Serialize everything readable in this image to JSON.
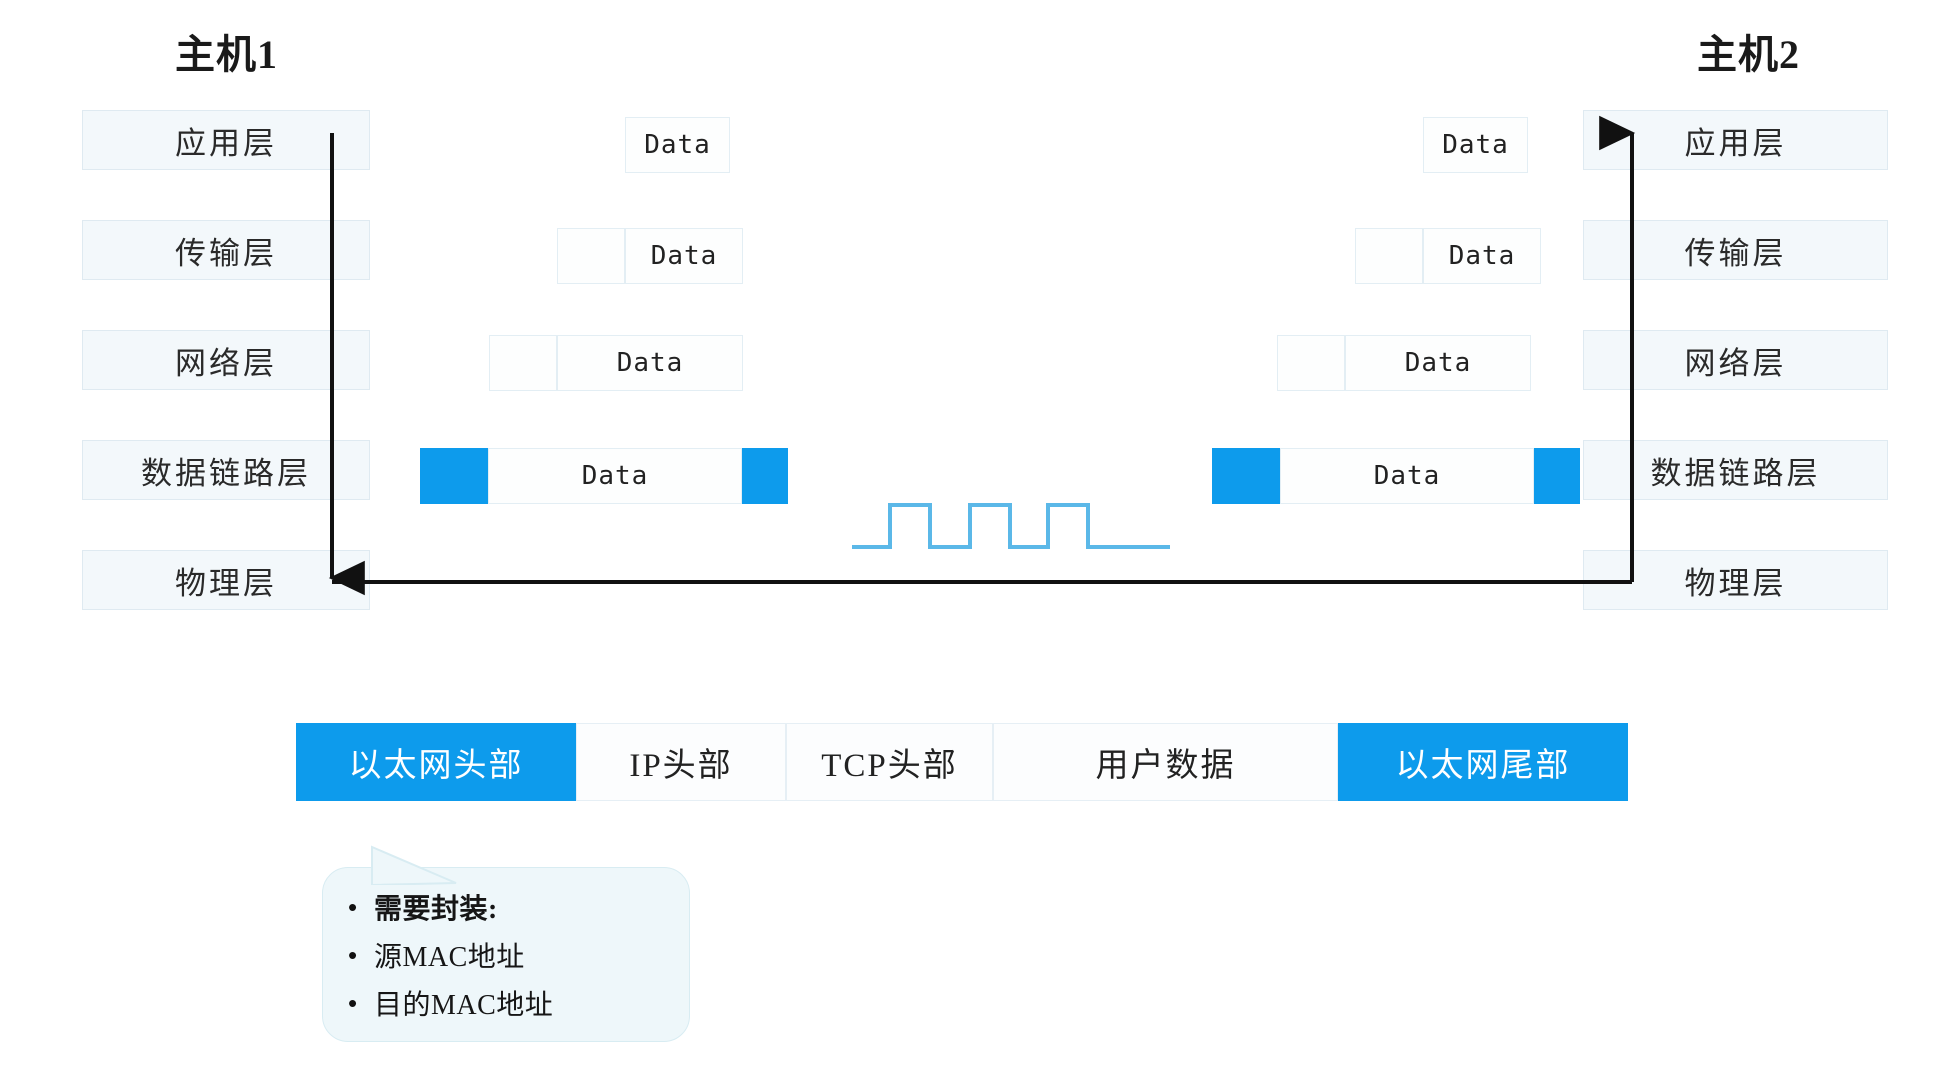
{
  "diagram": {
    "title_left": "主机1",
    "title_right": "主机2",
    "colors": {
      "accent_blue": "#0d9bec",
      "wave_blue": "#5bb8e8",
      "layer_fill": "#f3f8fb",
      "layer_border": "#dfeaf1",
      "callout_fill": "#eef7fa"
    }
  },
  "layers": [
    {
      "name": "application",
      "label": "应用层"
    },
    {
      "name": "transport",
      "label": "传输层"
    },
    {
      "name": "network",
      "label": "网络层"
    },
    {
      "name": "datalink",
      "label": "数据链路层"
    },
    {
      "name": "physical",
      "label": "物理层"
    }
  ],
  "packets": {
    "data_label": "Data",
    "left": [
      {
        "layer": "application",
        "segments": [
          "",
          "Data"
        ]
      },
      {
        "layer": "transport",
        "segments": [
          "",
          "Data"
        ]
      },
      {
        "layer": "network",
        "segments": [
          "",
          "Data"
        ]
      },
      {
        "layer": "datalink",
        "segments": [
          "blue",
          "Data",
          "blue"
        ]
      }
    ],
    "right": [
      {
        "layer": "application",
        "segments": [
          "Data"
        ]
      },
      {
        "layer": "transport",
        "segments": [
          "",
          "Data"
        ]
      },
      {
        "layer": "network",
        "segments": [
          "",
          "Data"
        ]
      },
      {
        "layer": "datalink",
        "segments": [
          "blue",
          "Data",
          "blue"
        ]
      }
    ]
  },
  "signal": {
    "name": "square-wave",
    "pulses": 3
  },
  "encapsulation": {
    "cells": [
      {
        "label": "以太网头部",
        "accent": true
      },
      {
        "label": "IP头部",
        "accent": false
      },
      {
        "label": "TCP头部",
        "accent": false
      },
      {
        "label": "用户数据",
        "accent": false
      },
      {
        "label": "以太网尾部",
        "accent": true
      }
    ]
  },
  "callout": {
    "bullet": "•",
    "items": [
      {
        "text": "需要封装:",
        "strong": true
      },
      {
        "text": "源MAC地址",
        "strong": false
      },
      {
        "text": "目的MAC地址",
        "strong": false
      }
    ]
  }
}
